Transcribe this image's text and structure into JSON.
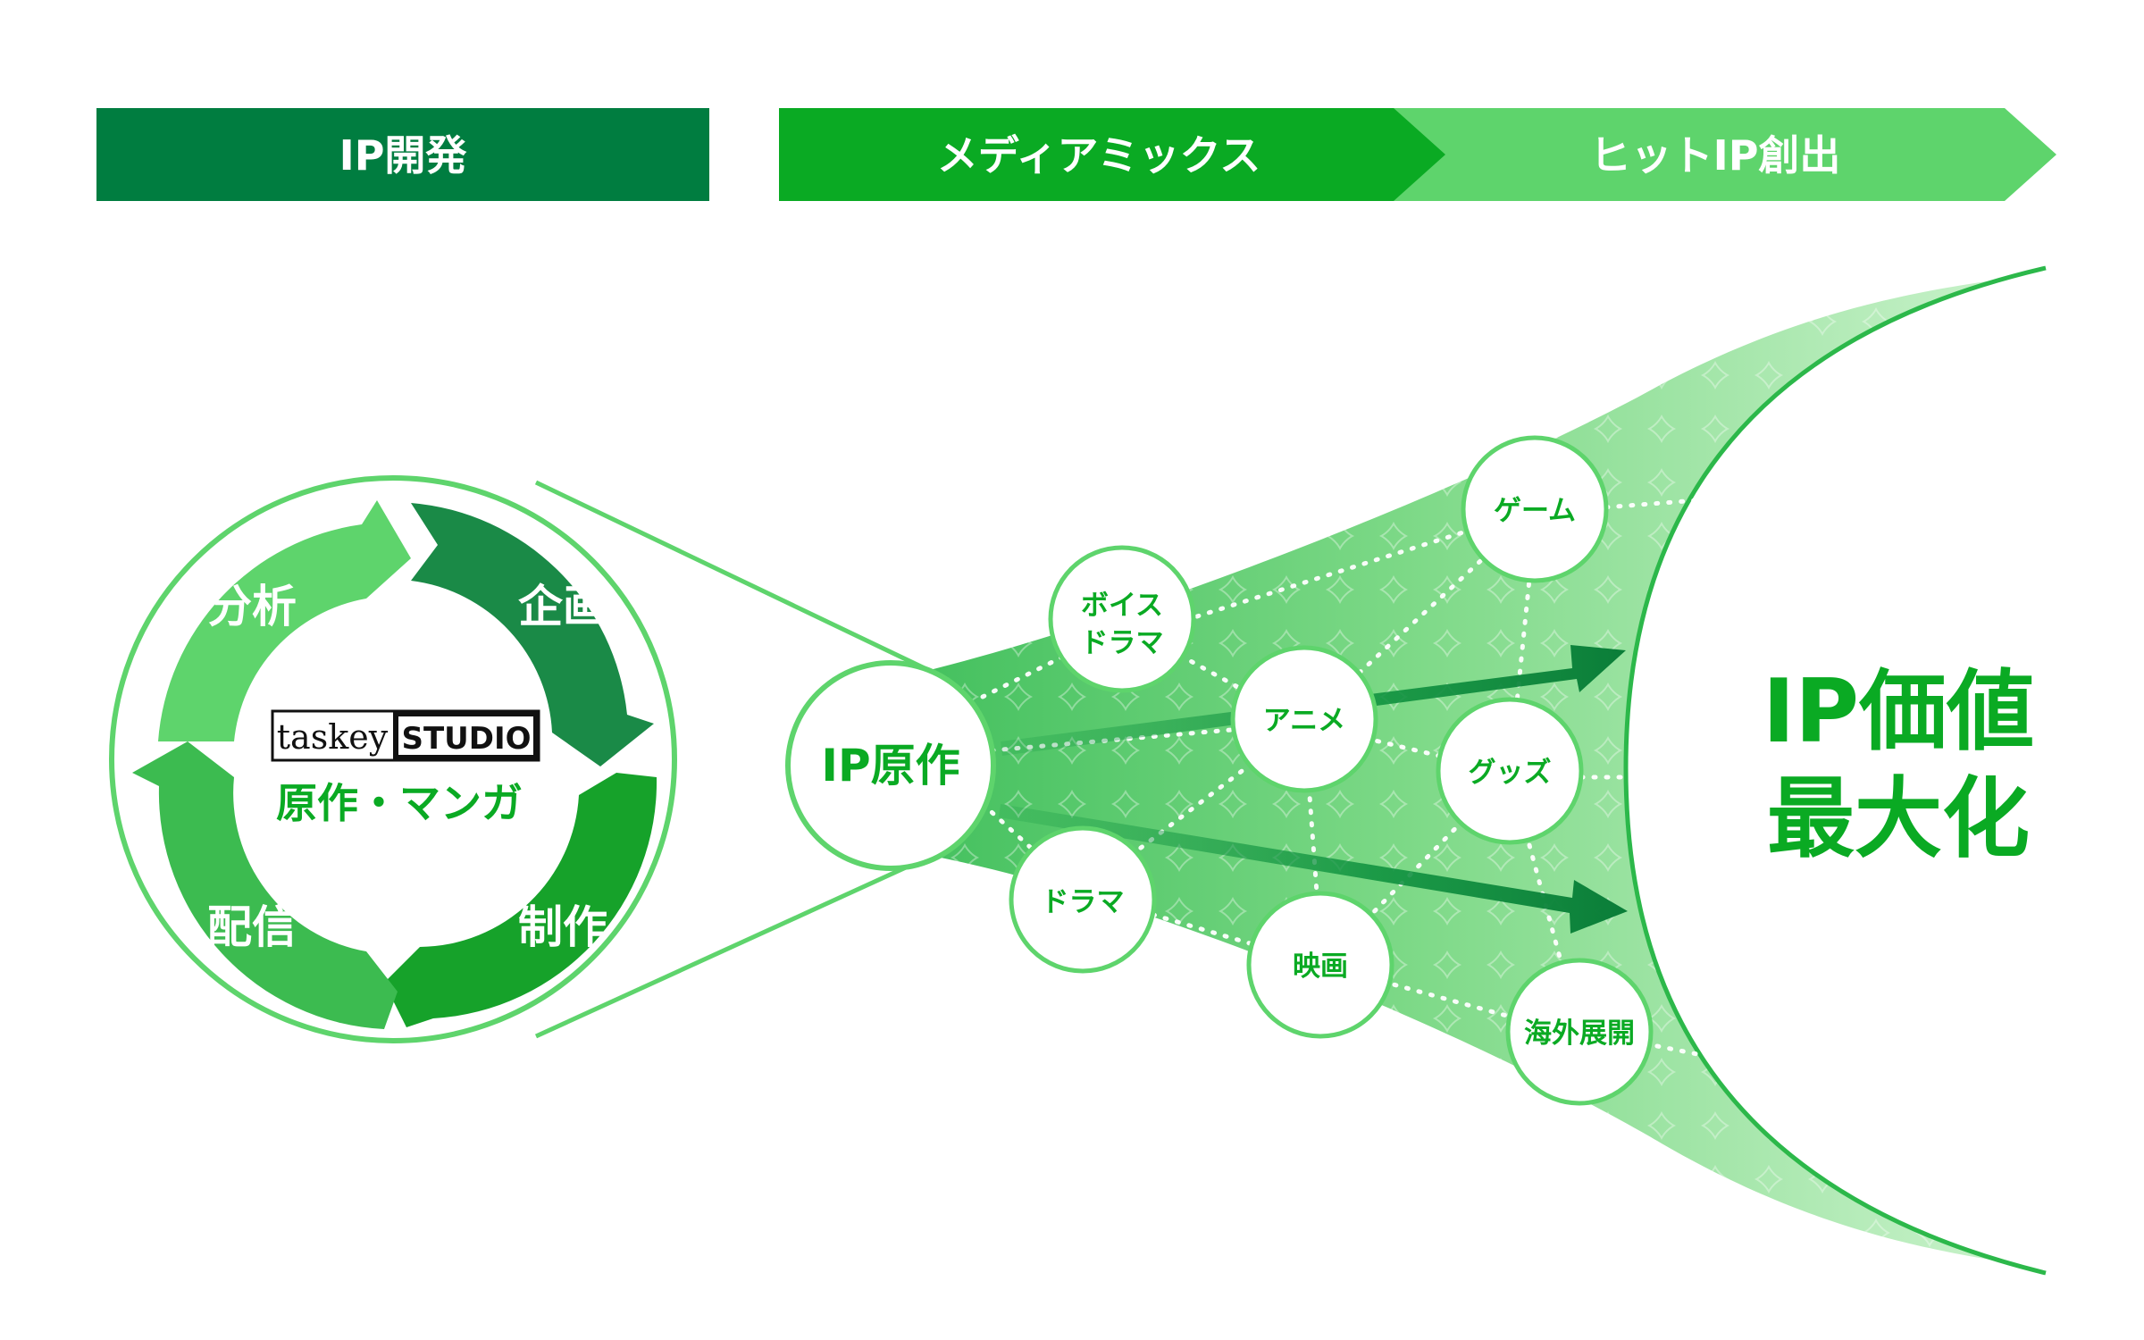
{
  "header": {
    "left_label": "IP開発",
    "mid_label": "メディアミックス",
    "right_label": "ヒットIP創出"
  },
  "cycle": {
    "brand_left": "taskey",
    "brand_right": "STUDIO",
    "center_label": "原作・マンガ",
    "steps": [
      "分析",
      "企画",
      "制作",
      "配信"
    ]
  },
  "source": {
    "label": "IP原作"
  },
  "media_nodes": [
    {
      "line1": "ボイス",
      "line2": "ドラマ"
    },
    {
      "line1": "ドラマ"
    },
    {
      "line1": "アニメ"
    },
    {
      "line1": "映画"
    },
    {
      "line1": "ゲーム"
    },
    {
      "line1": "グッズ"
    },
    {
      "line1": "海外展開"
    }
  ],
  "result": {
    "line1": "IP価値",
    "line2": "最大化"
  },
  "colors": {
    "dark_green": "#007d40",
    "bright_green": "#0aaa23",
    "light_green": "#5ed46c",
    "funnel_fill": "#7fdc86"
  }
}
